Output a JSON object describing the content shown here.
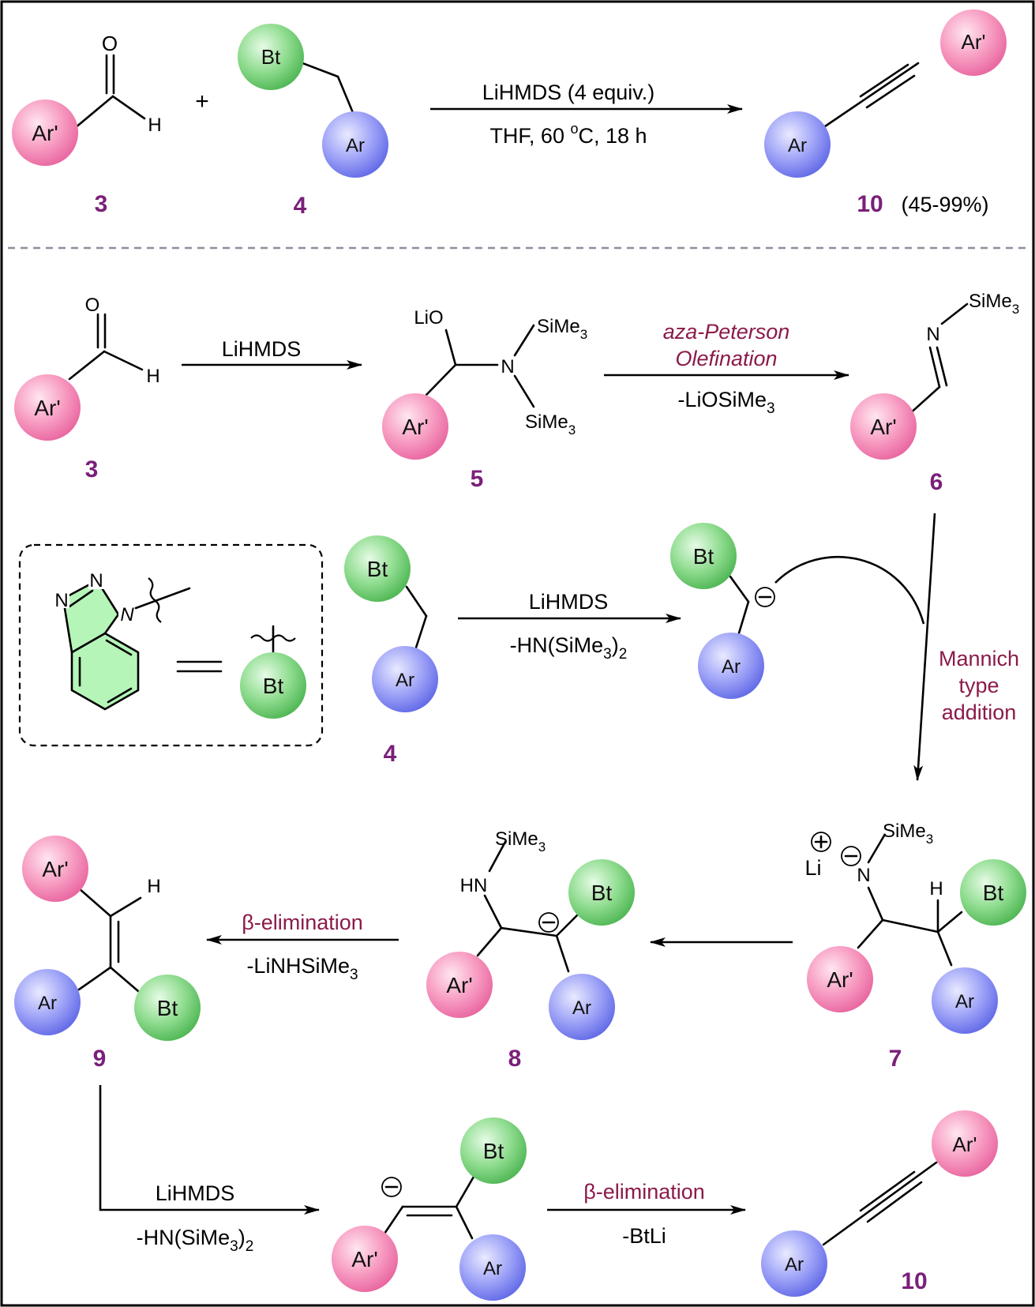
{
  "colors": {
    "ar_prime_circle": "#f37fb0",
    "ar_circle": "#7f86f4",
    "bt_circle": "#6fcf72",
    "benzotriazole_fill": "#b5f5b8",
    "label_number": "#7b1f7a",
    "italic_label": "#8b1a4a",
    "divider": "#8a8f9c"
  },
  "groups": {
    "ar_prime": "Ar'",
    "ar": "Ar",
    "bt": "Bt"
  },
  "atoms": {
    "O": "O",
    "H": "H",
    "N": "N",
    "LiO": "LiO",
    "HN": "HN",
    "Li": "Li",
    "SiMe": "SiMe",
    "sub3": "3",
    "plus_sign": "+",
    "charge_plus": "+",
    "charge_minus": "−"
  },
  "compound_numbers": {
    "n3": "3",
    "n4": "4",
    "n5": "5",
    "n6": "6",
    "n7": "7",
    "n8": "8",
    "n9": "9",
    "n10": "10"
  },
  "top_reaction": {
    "reagent": "LiHMDS (4 equiv.)",
    "conditions_pre": "THF, 60 ",
    "conditions_o": "o",
    "conditions_post": "C, 18 h",
    "yield": "(45-99%)"
  },
  "step1": {
    "reagent": "LiHMDS"
  },
  "step2": {
    "label_line1": "aza-Peterson",
    "label_line2": "Olefination",
    "byproduct_pre": "-LiOSiMe",
    "byproduct_sub": "3"
  },
  "step3": {
    "reagent": "LiHMDS",
    "byproduct_pre": "-HN(SiMe",
    "byproduct_sub": "3",
    "byproduct_post": ")",
    "byproduct_sub2": "2"
  },
  "step_mannich": {
    "line1": "Mannich",
    "line2": "type",
    "line3": "addition"
  },
  "step_beta1": {
    "label": "β-elimination",
    "byproduct_pre": "-LiNHSiMe",
    "byproduct_sub": "3"
  },
  "step5": {
    "reagent": "LiHMDS",
    "byproduct_pre": "-HN(SiMe",
    "byproduct_sub": "3",
    "byproduct_post": ")",
    "byproduct_sub2": "2"
  },
  "step_beta2": {
    "label": "β-elimination",
    "byproduct": "-BtLi"
  }
}
